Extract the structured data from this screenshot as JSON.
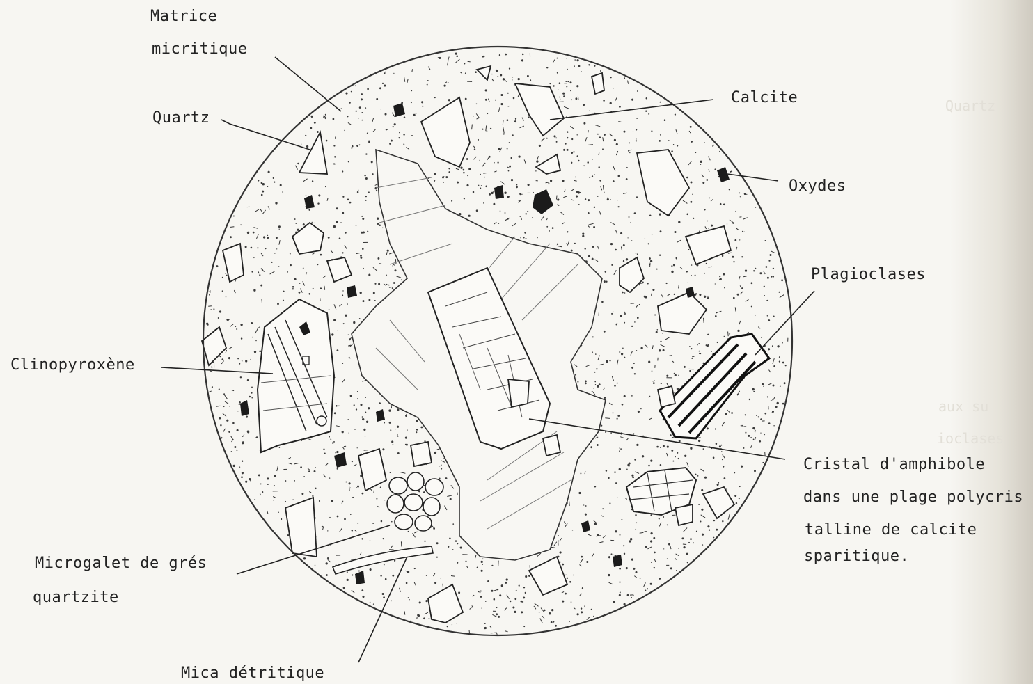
{
  "labels": {
    "matrice_line1": "Matrice",
    "matrice_line2": "micritique",
    "quartz": "Quartz",
    "calcite": "Calcite",
    "oxydes": "Oxydes",
    "plagioclases": "Plagioclases",
    "clinopyroxene": "Clinopyroxène",
    "cristal_line1": "Cristal d'amphibole",
    "cristal_line2": "dans une plage polycris",
    "cristal_line3": "talline de calcite",
    "cristal_line4": "sparitique.",
    "microgalet_line1": "Microgalet de grés",
    "microgalet_line2": "quartzite",
    "mica": "Mica détritique"
  },
  "bleed_through": {
    "line1": "Quartz",
    "line2": "aux su",
    "line3": "ioclases"
  },
  "colors": {
    "paper": "#f7f6f2",
    "ink": "#1e1e1e"
  }
}
